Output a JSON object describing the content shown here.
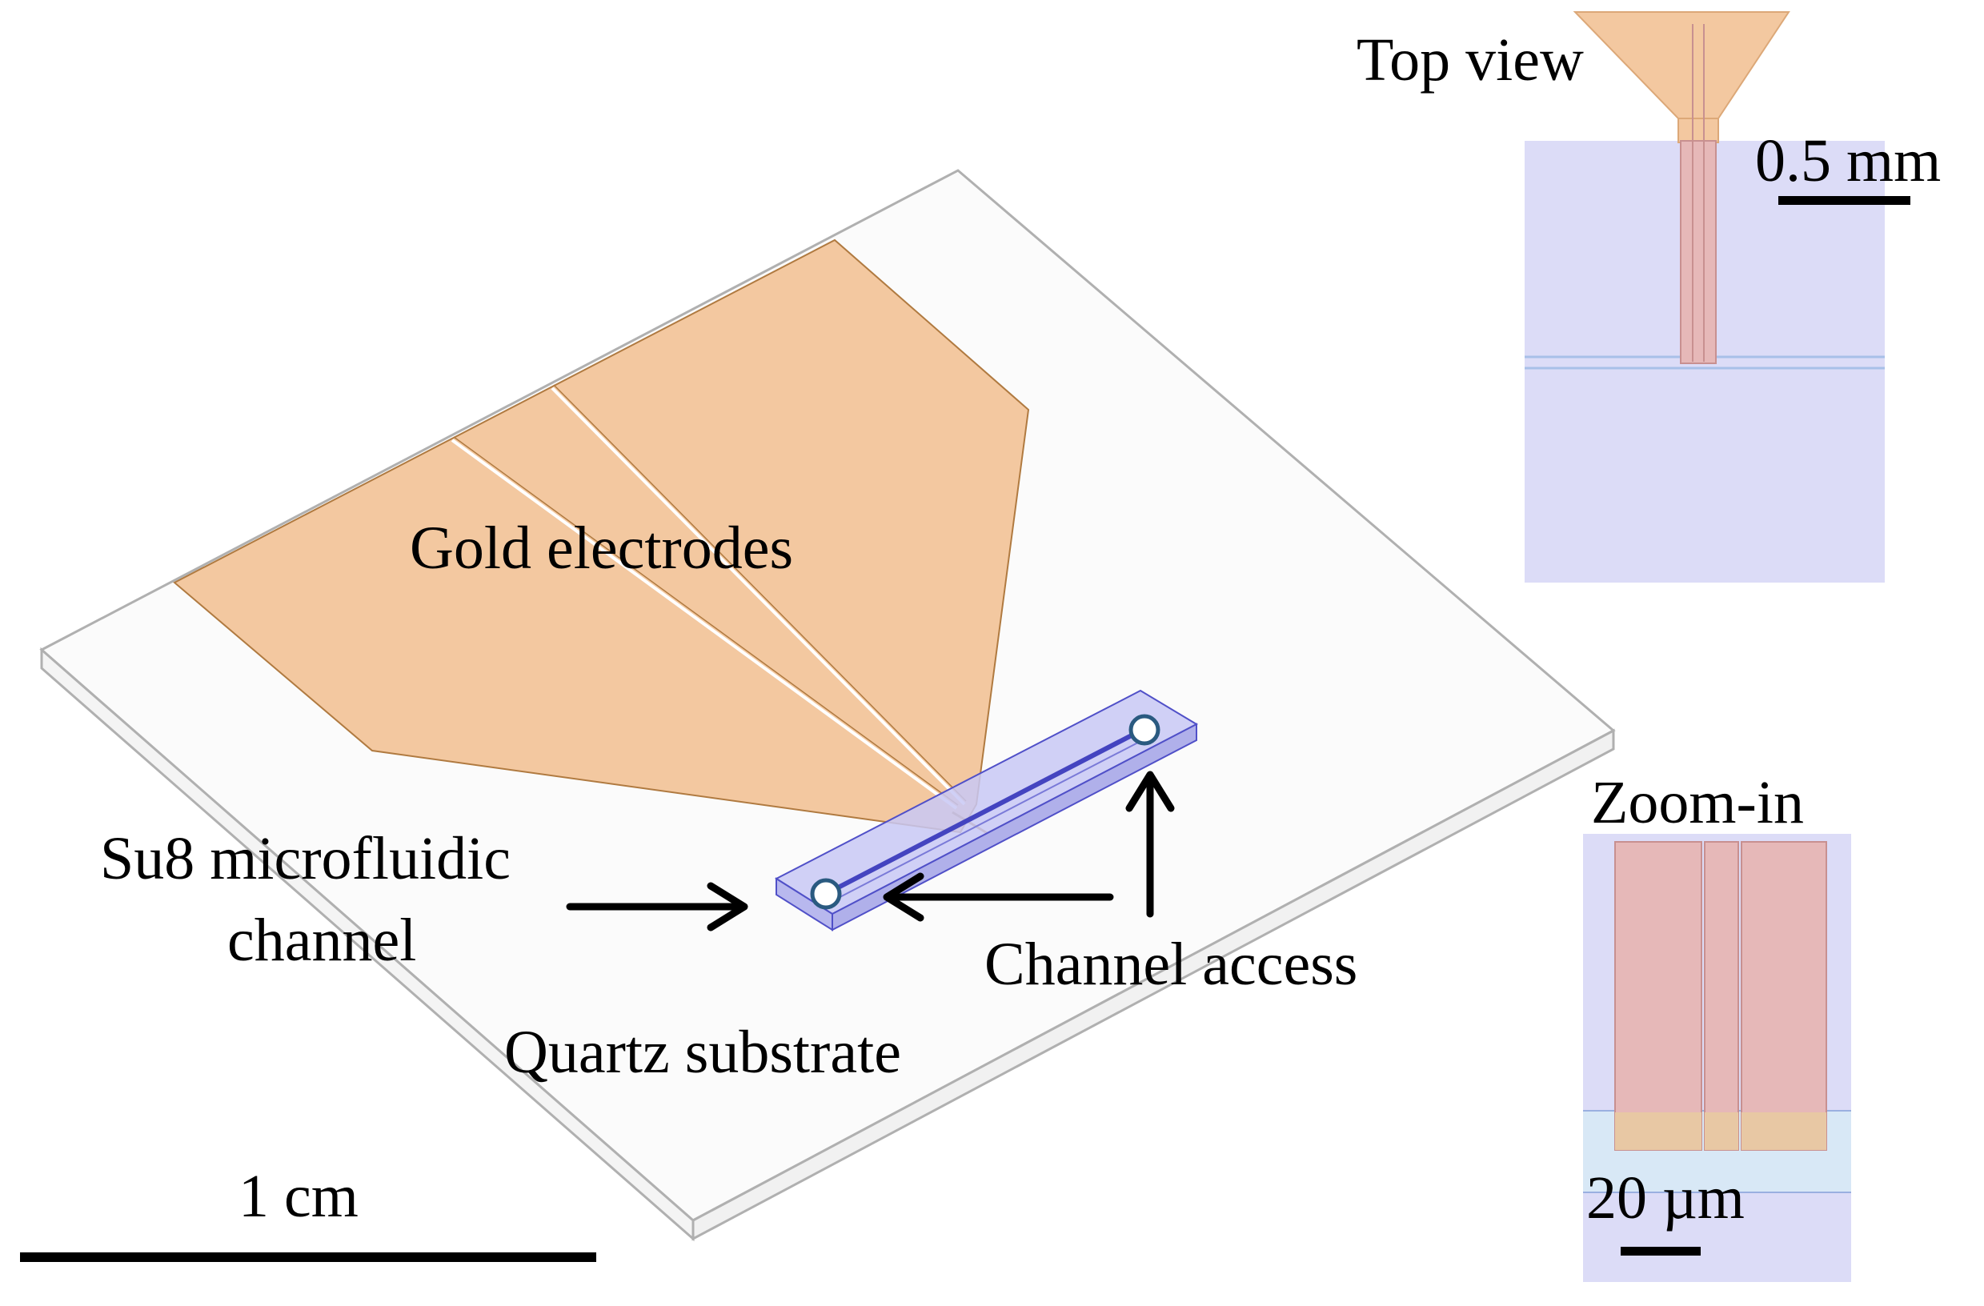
{
  "labels": {
    "top_view": "Top view",
    "top_scale": "0.5 mm",
    "zoom_in": "Zoom-in",
    "zoom_scale": "20 µm",
    "gold_electrodes": "Gold electrodes",
    "su8_line1": "Su8 microfluidic",
    "su8_line2": "channel",
    "channel_access": "Channel access",
    "quartz_substrate": "Quartz substrate",
    "main_scale": "1 cm"
  },
  "colors": {
    "gold": "#f3c8a0",
    "gold_edge": "#b07a40",
    "su8": "#c8c8f4",
    "su8_edge": "#5050c8",
    "substrate_edge": "#b0b0b0",
    "substrate_fill": "#fbfbfb",
    "inset_bg": "#dcdcf7"
  }
}
